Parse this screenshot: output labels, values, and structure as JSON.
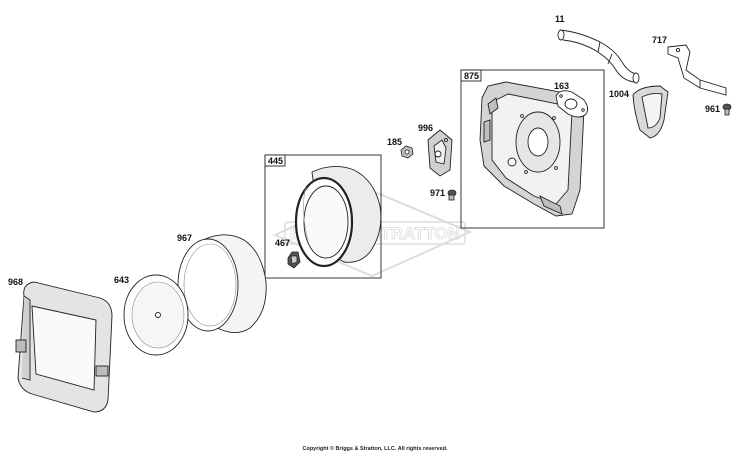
{
  "watermark": "BRIGGS&STRATTON",
  "copyright": "Copyright © Briggs & Stratton, LLC. All rights reserved.",
  "labels": {
    "p11": "11",
    "p717": "717",
    "p1004": "1004",
    "p961": "961",
    "p875": "875",
    "p163": "163",
    "p996": "996",
    "p185": "185",
    "p971": "971",
    "p445": "445",
    "p467": "467",
    "p967": "967",
    "p643": "643",
    "p968": "968"
  }
}
